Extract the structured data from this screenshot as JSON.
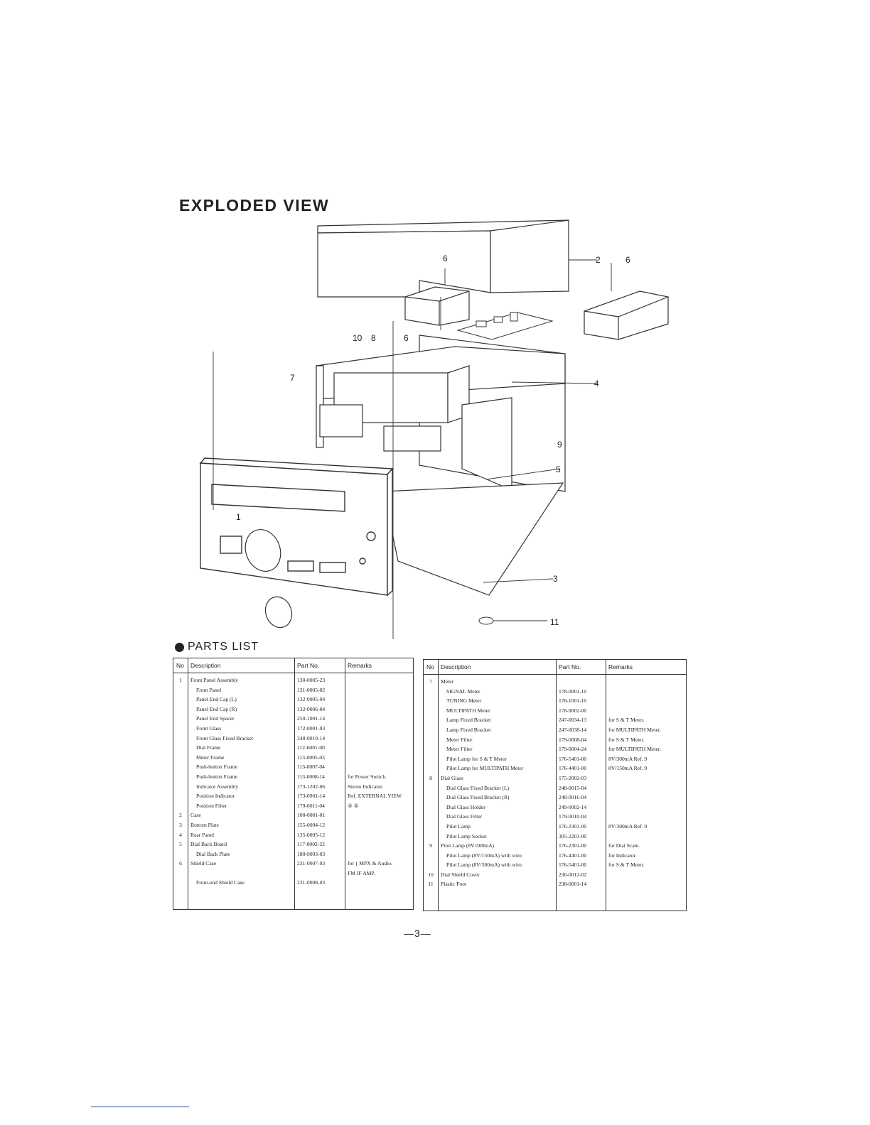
{
  "title": "EXPLODED VIEW",
  "callouts": [
    "1",
    "2",
    "3",
    "4",
    "5",
    "6",
    "6",
    "6",
    "7",
    "8",
    "9",
    "10",
    "11"
  ],
  "parts_list_heading": "PARTS LIST",
  "columns": {
    "no": "No",
    "description": "Description",
    "part_no": "Part No.",
    "remarks": "Remarks"
  },
  "left_rows": [
    {
      "no": "1",
      "description": "Front Panel Assembly",
      "part_no": "130-0005-23",
      "remarks": ""
    },
    {
      "no": "",
      "description": "Front Panel",
      "part_no": "131-0005-02",
      "remarks": ""
    },
    {
      "no": "",
      "description": "Panel End Cap (L)",
      "part_no": "132-0005-04",
      "remarks": ""
    },
    {
      "no": "",
      "description": "Panel End Cap (R)",
      "part_no": "132-0006-04",
      "remarks": ""
    },
    {
      "no": "",
      "description": "Panel End Spacer",
      "part_no": "250-1001-14",
      "remarks": ""
    },
    {
      "no": "",
      "description": "Front Glass",
      "part_no": "172-0001-03",
      "remarks": ""
    },
    {
      "no": "",
      "description": "Front Glass Fixed Bracket",
      "part_no": "248-0010-14",
      "remarks": ""
    },
    {
      "no": "",
      "description": "Dial Frame",
      "part_no": "112-6001-00",
      "remarks": ""
    },
    {
      "no": "",
      "description": "Meter Frame",
      "part_no": "113-0005-03",
      "remarks": ""
    },
    {
      "no": "",
      "description": "Push-button Frame",
      "part_no": "113-0007-04",
      "remarks": ""
    },
    {
      "no": "",
      "description": "Push-button Frame",
      "part_no": "113-0008-14",
      "remarks": "for Power Switch."
    },
    {
      "no": "",
      "description": "Indicator Assembly",
      "part_no": "173-1202-06",
      "remarks": "Stereo Indicator."
    },
    {
      "no": "",
      "description": "Position Indicator",
      "part_no": "173-0901-14",
      "remarks": "Ref. EXTERNAL VIEW"
    },
    {
      "no": "",
      "description": "Position Filter",
      "part_no": "179-0011-04",
      "remarks": "④ ⑤"
    },
    {
      "no": "2",
      "description": "Case",
      "part_no": "100-0001-01",
      "remarks": ""
    },
    {
      "no": "3",
      "description": "Bottom Plate",
      "part_no": "155-0004-12",
      "remarks": ""
    },
    {
      "no": "4",
      "description": "Rear Panel",
      "part_no": "135-0005-12",
      "remarks": ""
    },
    {
      "no": "5",
      "description": "Dial Back Board",
      "part_no": "117-0002-22",
      "remarks": ""
    },
    {
      "no": "",
      "description": "Dial Back Plate",
      "part_no": "180-9003-03",
      "remarks": ""
    },
    {
      "no": "6",
      "description": "Shield Case",
      "part_no": "231-0007-03",
      "remarks": "for { MPX & Audio."
    },
    {
      "no": "",
      "description": "",
      "part_no": "",
      "remarks": "FM IF AMP."
    },
    {
      "no": "",
      "description": "Front-end Shield Case",
      "part_no": "231-0008-03",
      "remarks": ""
    }
  ],
  "right_rows": [
    {
      "no": "7",
      "description": "Meter",
      "part_no": "",
      "remarks": ""
    },
    {
      "no": "",
      "description": "SIGNAL Meter",
      "part_no": "178-0001-10",
      "remarks": ""
    },
    {
      "no": "",
      "description": "TUNING Meter",
      "part_no": "178-1001-10",
      "remarks": ""
    },
    {
      "no": "",
      "description": "MULTIPATH Meter",
      "part_no": "178-9002-00",
      "remarks": ""
    },
    {
      "no": "",
      "description": "Lamp Fixed Bracket",
      "part_no": "247-0034-13",
      "remarks": "for S & T Meter."
    },
    {
      "no": "",
      "description": "Lamp Fixed Bracket",
      "part_no": "247-0038-14",
      "remarks": "for MULTIPATH Meter."
    },
    {
      "no": "",
      "description": "Meter Filter",
      "part_no": "179-0008-04",
      "remarks": "for S & T Meter."
    },
    {
      "no": "",
      "description": "Meter Filter",
      "part_no": "179-0004-24",
      "remarks": "for MULTIPATH Meter."
    },
    {
      "no": "",
      "description": "Pilot Lamp for S & T Meter",
      "part_no": "176-5401-00",
      "remarks": "8V/300mA Ref. 9"
    },
    {
      "no": "",
      "description": "Pilot Lamp for MULTIPATH Meter",
      "part_no": "176-4401-00",
      "remarks": "8V/150mA Ref. 9"
    },
    {
      "no": "8",
      "description": "Dial Glass",
      "part_no": "175-2002-03",
      "remarks": ""
    },
    {
      "no": "",
      "description": "Dial Glass Fixed Bracket (L)",
      "part_no": "248-0015-04",
      "remarks": ""
    },
    {
      "no": "",
      "description": "Dial Glass Fixed Bracket (R)",
      "part_no": "248-0016-04",
      "remarks": ""
    },
    {
      "no": "",
      "description": "Dial Glass Holder",
      "part_no": "249-0002-14",
      "remarks": ""
    },
    {
      "no": "",
      "description": "Dial Glass Filter",
      "part_no": "179-0010-04",
      "remarks": ""
    },
    {
      "no": "",
      "description": "Pilot Lamp",
      "part_no": "176-2301-00",
      "remarks": "8V/300mA Ref. 9"
    },
    {
      "no": "",
      "description": "Pilot Lamp Socket",
      "part_no": "305-2201-00",
      "remarks": ""
    },
    {
      "no": "9",
      "description": "Pilot Lamp (8V/300mA)",
      "part_no": "176-2301-00",
      "remarks": "for Dial Scale."
    },
    {
      "no": "",
      "description": "Pilot Lamp (8V/150mA) with wire.",
      "part_no": "176-4401-00",
      "remarks": "for Indicator."
    },
    {
      "no": "",
      "description": "Pilot Lamp (8V/300mA) with wire.",
      "part_no": "176-5401-00",
      "remarks": "for S & T Meter."
    },
    {
      "no": "10",
      "description": "Dial Shield Cover",
      "part_no": "230-0012-02",
      "remarks": ""
    },
    {
      "no": "11",
      "description": "Plastic Foot",
      "part_no": "238-0001-14",
      "remarks": ""
    }
  ],
  "page_number": "—3—"
}
